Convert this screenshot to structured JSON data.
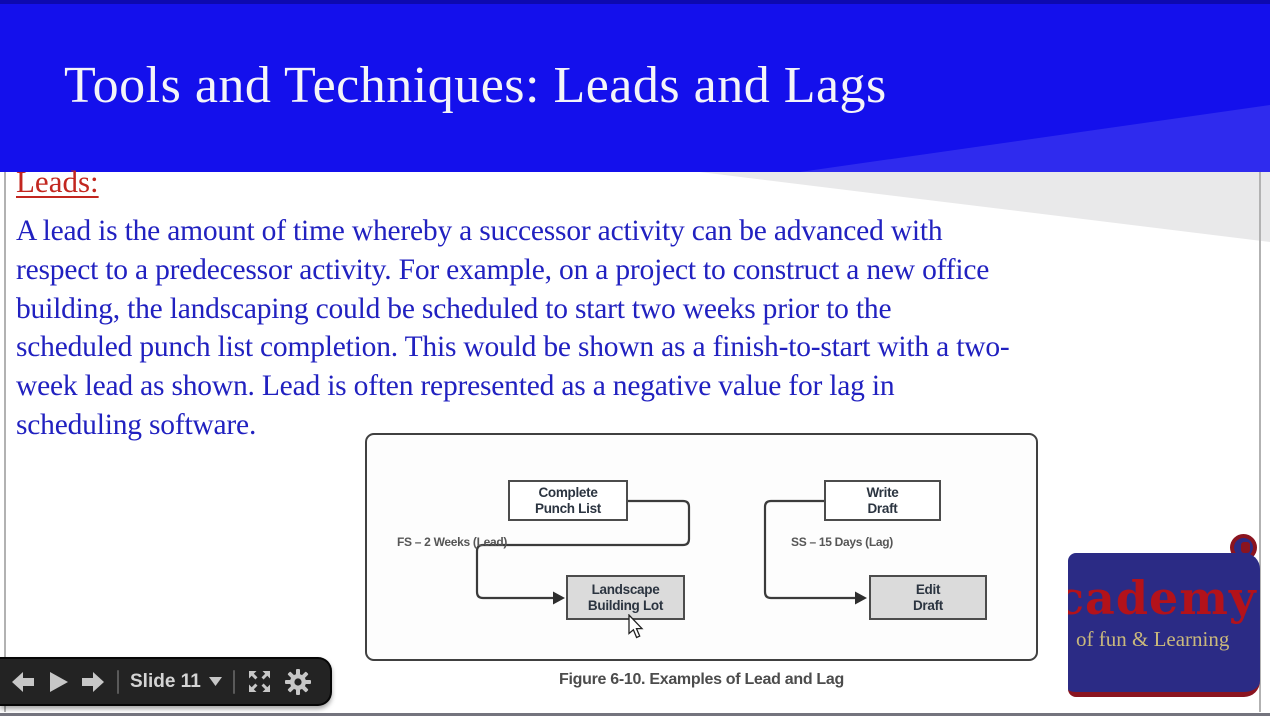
{
  "slide": {
    "title": "Tools and Techniques: Leads and Lags",
    "heading": "Leads:",
    "body_lines": [
      "A lead is the amount of time whereby a successor activity can be advanced with",
      "respect to a predecessor activity. For example, on a project to construct a new office",
      "building, the landscaping could be scheduled to start two weeks prior to the",
      "scheduled punch list completion. This would be shown as a finish-to-start with a two-",
      "week lead as shown. Lead is often represented as a negative value for lag in",
      "scheduling software."
    ]
  },
  "figure": {
    "caption": "Figure 6-10. Examples of Lead and Lag",
    "nodes": [
      {
        "name": "complete-punch-list",
        "line1": "Complete",
        "line2": "Punch List"
      },
      {
        "name": "write-draft",
        "line1": "Write",
        "line2": "Draft"
      },
      {
        "name": "landscape-building-lot",
        "line1": "Landscape",
        "line2": "Building Lot"
      },
      {
        "name": "edit-draft",
        "line1": "Edit",
        "line2": "Draft"
      }
    ],
    "edge_labels": [
      {
        "name": "lead-label",
        "text": "FS – 2 Weeks (Lead)"
      },
      {
        "name": "lag-label",
        "text": "SS – 15 Days (Lag)"
      }
    ]
  },
  "player_bar": {
    "slide_label": "Slide 11",
    "icons": [
      "previous-slide",
      "play",
      "next-slide",
      "slide-dropdown-caret",
      "fullscreen",
      "settings-gear"
    ]
  },
  "logo": {
    "wordmark": "cademy",
    "tagline": "of fun & Learning",
    "colors": {
      "background": "#2b2b85",
      "wordmark": "#b3121a",
      "tagline": "#c9b87c",
      "curl": "#8a1420"
    }
  },
  "colors": {
    "header_blue": "#1410ec",
    "body_text_blue": "#2121c0",
    "heading_red": "#c2261f",
    "wedge_grey": "#e9e9ea",
    "figure_border": "#404040",
    "node_grey_fill": "#dbdbdb",
    "player_bar_bg": "#232323",
    "player_icon_grey": "#c7c7c7"
  }
}
